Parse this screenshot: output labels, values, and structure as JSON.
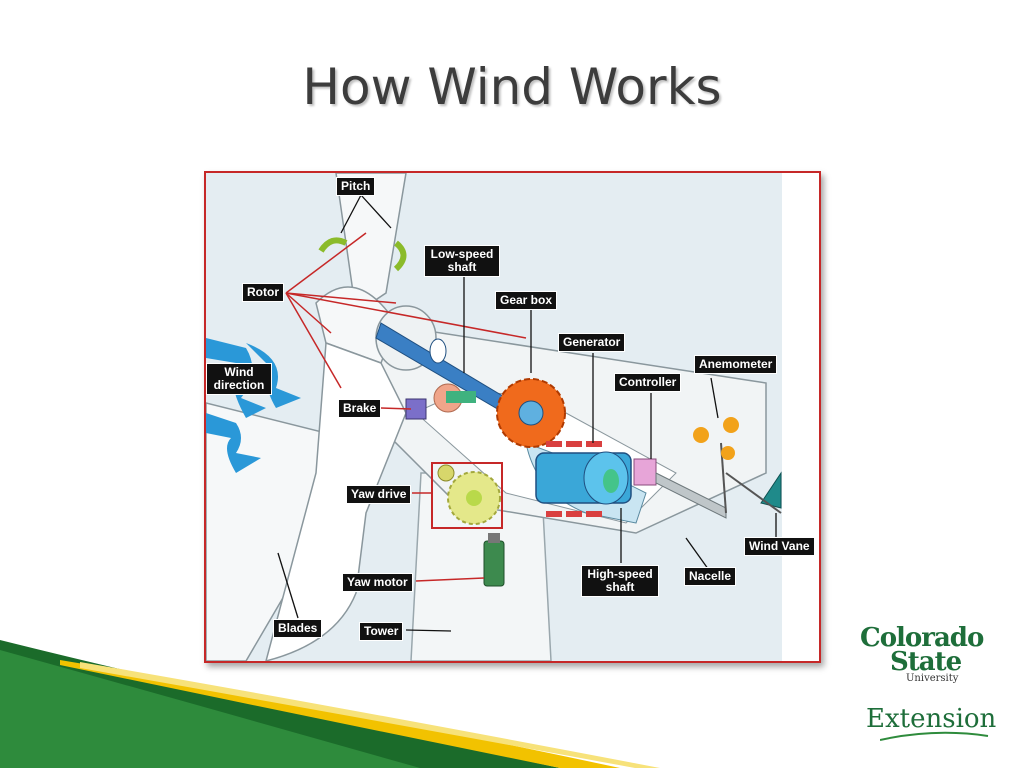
{
  "slide": {
    "title": "How Wind Works"
  },
  "diagram": {
    "labels": {
      "pitch": "Pitch",
      "rotor": "Rotor",
      "low_speed_shaft": "Low-speed shaft",
      "gear_box": "Gear box",
      "generator": "Generator",
      "controller": "Controller",
      "anemometer": "Anemometer",
      "wind_direction": "Wind direction",
      "brake": "Brake",
      "yaw_drive": "Yaw drive",
      "wind_vane": "Wind Vane",
      "yaw_motor": "Yaw motor",
      "high_speed_shaft": "High-speed shaft",
      "nacelle": "Nacelle",
      "blades": "Blades",
      "tower": "Tower"
    }
  },
  "logos": {
    "csu_line1": "Colorado",
    "csu_line2": "State",
    "csu_line3": "University",
    "extension": "Extension"
  },
  "colors": {
    "frame_border": "#c62828",
    "logo_green": "#1e6e3a",
    "swoosh_green": "#2e7d32",
    "swoosh_yellow": "#f2c200"
  }
}
